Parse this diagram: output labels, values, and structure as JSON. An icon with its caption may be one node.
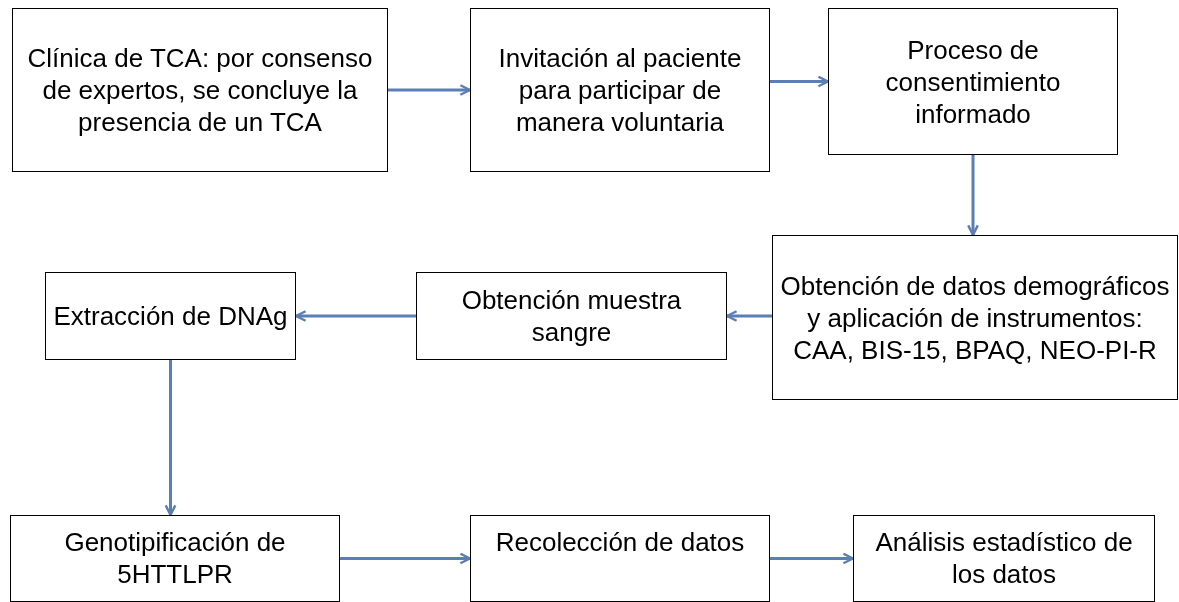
{
  "diagram": {
    "nodes": [
      {
        "text": [
          "Clínica de TCA: por consenso de expertos, se concluye la presencia de un TCA"
        ]
      },
      {
        "text": [
          "Invitación al paciente para participar de manera voluntaria"
        ]
      },
      {
        "text": [
          "Proceso de consentimiento informado"
        ]
      },
      {
        "text": [
          "Obtención de datos demográficos y aplicación de instrumentos: CAA, BIS-15, BPAQ, NEO-PI-R"
        ]
      },
      {
        "text": [
          "Obtención muestra sangre"
        ]
      },
      {
        "text": [
          "Extracción de DNAg"
        ]
      },
      {
        "text": [
          "Genotipificación de 5HTTLPR"
        ]
      },
      {
        "text": [
          "Recolección de datos"
        ]
      },
      {
        "text": [
          "Análisis estadístico de los datos"
        ]
      }
    ],
    "edges": [
      {
        "from": 0,
        "to": 1,
        "arrow": "to"
      },
      {
        "from": 1,
        "to": 2,
        "arrow": "to"
      },
      {
        "from": 2,
        "to": 3,
        "arrow": "to"
      },
      {
        "from": 3,
        "to": 4,
        "arrow": "to"
      },
      {
        "from": 4,
        "to": 5,
        "arrow": "to"
      },
      {
        "from": 5,
        "to": 6,
        "arrow": "to"
      },
      {
        "from": 6,
        "to": 7,
        "arrow": "to"
      },
      {
        "from": 7,
        "to": 8,
        "arrow": "to"
      }
    ]
  }
}
